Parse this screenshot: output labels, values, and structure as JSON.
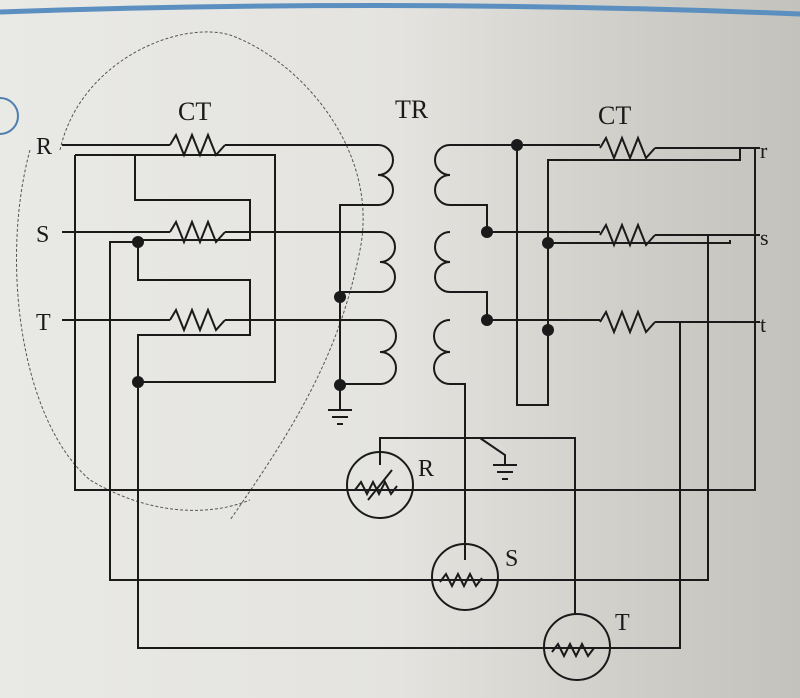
{
  "labels": {
    "ct_left": "CT",
    "tr": "TR",
    "ct_right": "CT",
    "line_r": "R",
    "line_s": "S",
    "line_t": "T",
    "out_r": "r",
    "out_s": "s",
    "out_t": "t",
    "relay_r": "R",
    "relay_s": "S",
    "relay_t": "T"
  },
  "colors": {
    "ink": "#1a1a1a",
    "page_edge": "#5b8fc0"
  }
}
